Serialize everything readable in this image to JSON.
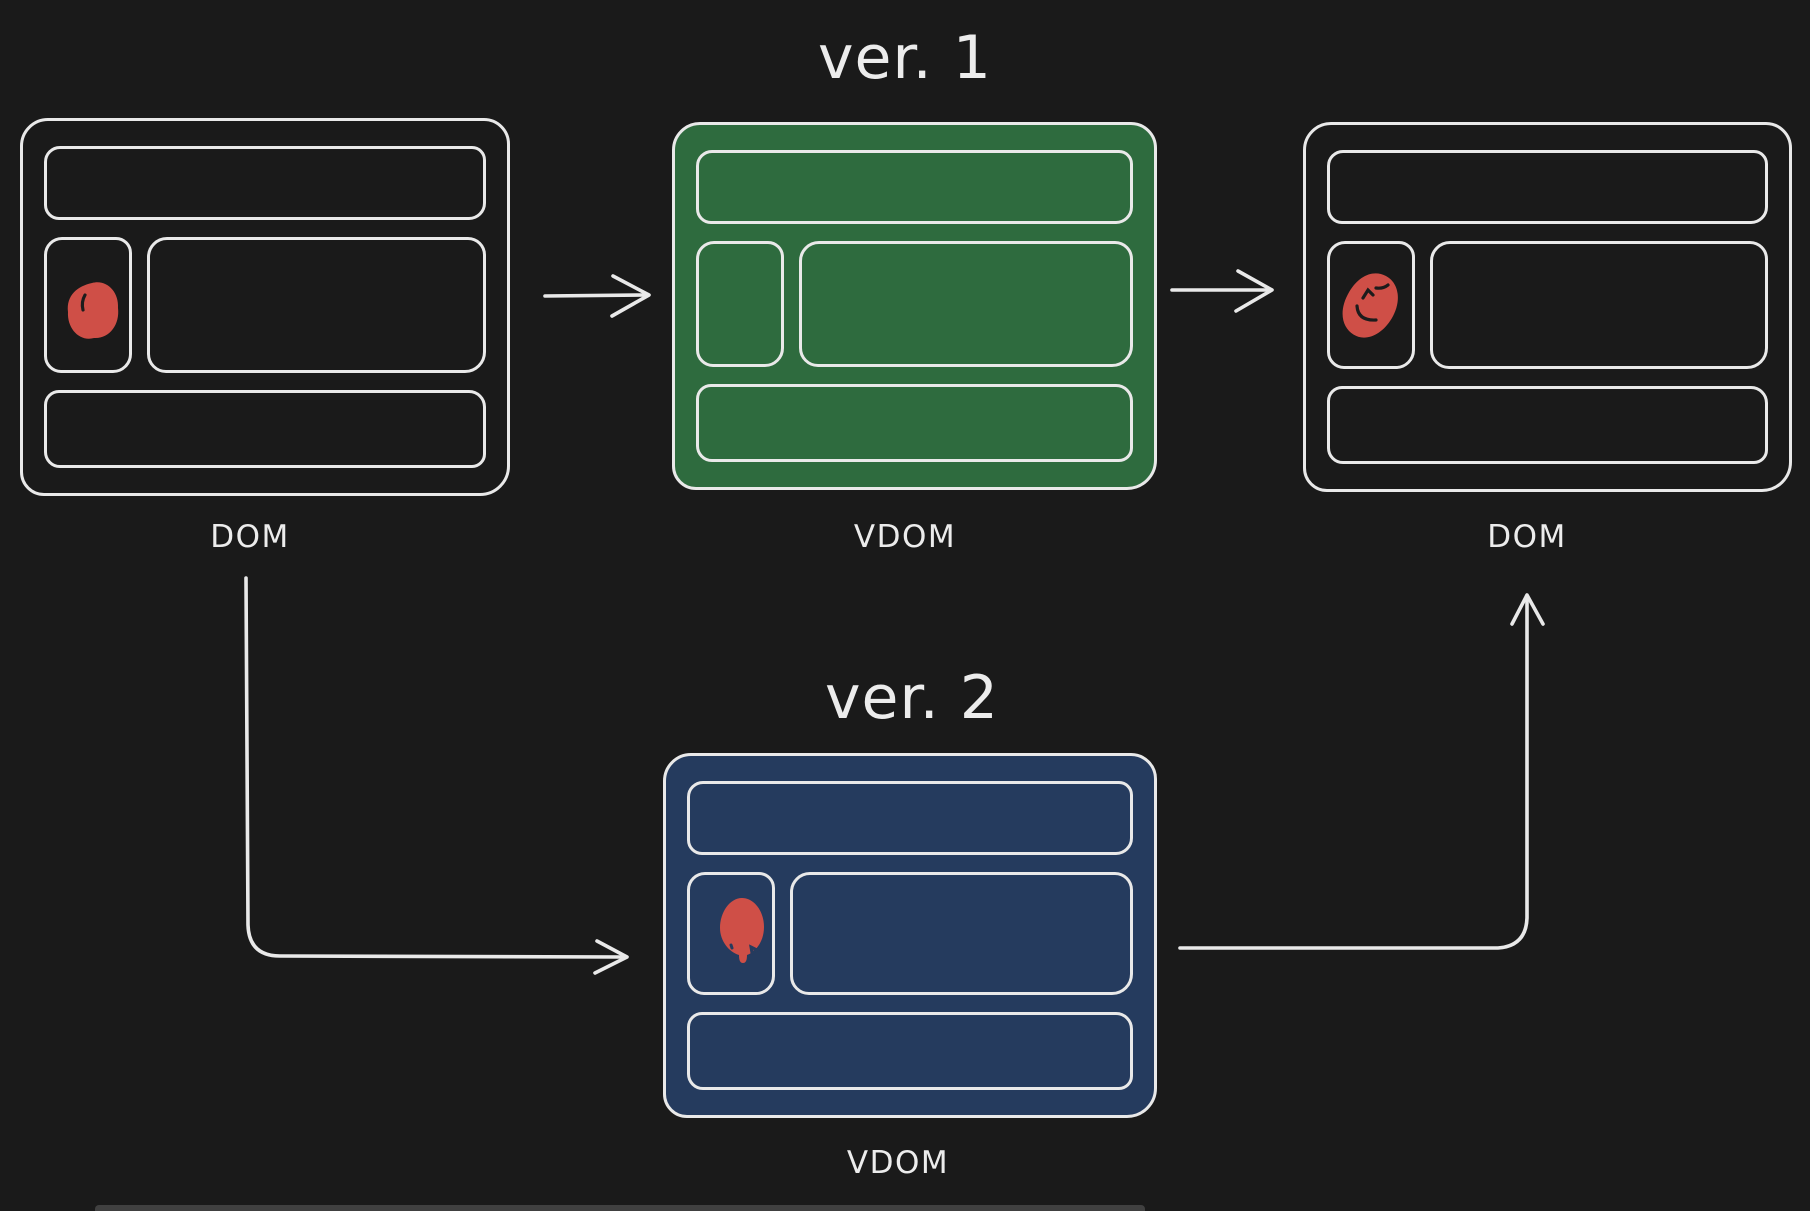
{
  "colors": {
    "bg": "#1a1a1a",
    "stroke": "#e9e9e9",
    "text": "#ececec",
    "green": "#2e6b3e",
    "blue": "#253b5e",
    "red": "#cf4f47"
  },
  "titles": {
    "version1": "ver. 1",
    "version2": "ver. 2"
  },
  "cards": {
    "dom_left": {
      "label": "DOM"
    },
    "vdom_v1": {
      "label": "VDOM"
    },
    "dom_right": {
      "label": "DOM"
    },
    "vdom_v2": {
      "label": "VDOM"
    }
  },
  "icons": {
    "blob_left": "blob-icon",
    "blob_face_right": "blob-face-icon",
    "blob_v2": "blob-icon"
  }
}
